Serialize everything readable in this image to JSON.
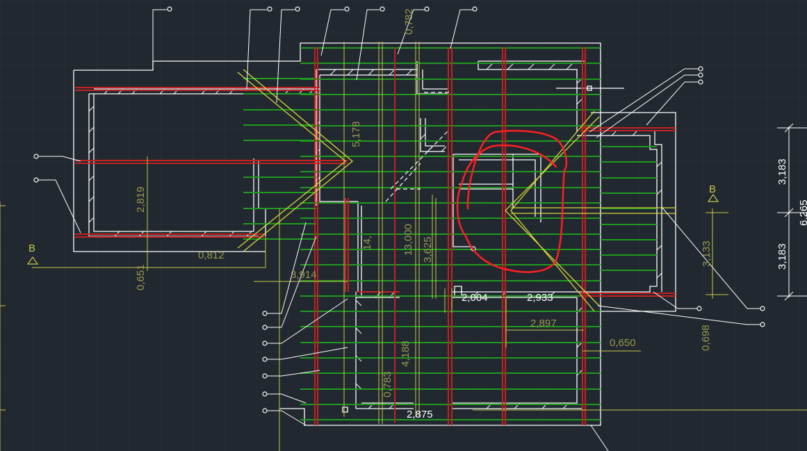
{
  "colors": {
    "background": "#212830",
    "grid": "#2b323b",
    "wall": "#ffffff",
    "joist": "#1f9a1f",
    "beam": "#c42222",
    "hip": "#d8d83a",
    "dimension_yellow": "#9a9a4e",
    "markup": "#ff2020"
  },
  "section_marks": {
    "left": "B",
    "right": "B"
  },
  "dimensions": {
    "d_0782": "0,782",
    "d_5178": "5,178",
    "d_2819": "2,819",
    "d_0812": "0,812",
    "d_0651": "0,651",
    "d_3914": "3,914",
    "d_14": "14,",
    "d_13000": "13,000",
    "d_3625": "3,625",
    "d_2004": "2,004",
    "d_2933": "2,933",
    "d_2897": "2,897",
    "d_0650": "0,650",
    "d_4188": "4,188",
    "d_0783": "0,783",
    "d_2875": "2,875",
    "d_3133": "3,133",
    "d_0698": "0,698",
    "d_3183a": "3,183",
    "d_3183b": "3,183",
    "d_6265": "6,265"
  }
}
